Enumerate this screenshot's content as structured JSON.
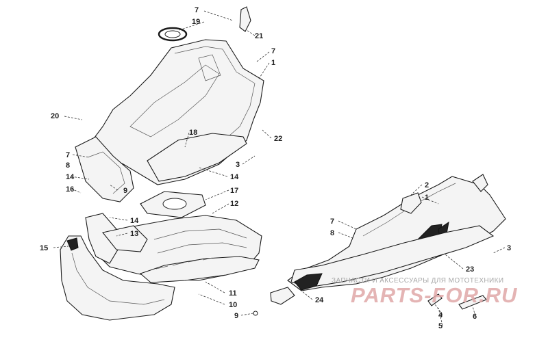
{
  "diagram": {
    "callouts": [
      "7",
      "19",
      "21",
      "7",
      "1",
      "20",
      "18",
      "22",
      "7",
      "8",
      "3",
      "14",
      "14",
      "16",
      "9",
      "17",
      "12",
      "14",
      "13",
      "15",
      "2",
      "1",
      "7",
      "8",
      "3",
      "23",
      "11",
      "10",
      "24",
      "9",
      "4",
      "5",
      "6"
    ]
  },
  "watermark": {
    "caption": "ЗАПЧАСТИ И АКСЕССУАРЫ ДЛЯ МОТОТЕХНИКИ",
    "logo": "PARTS-FOR.RU"
  }
}
